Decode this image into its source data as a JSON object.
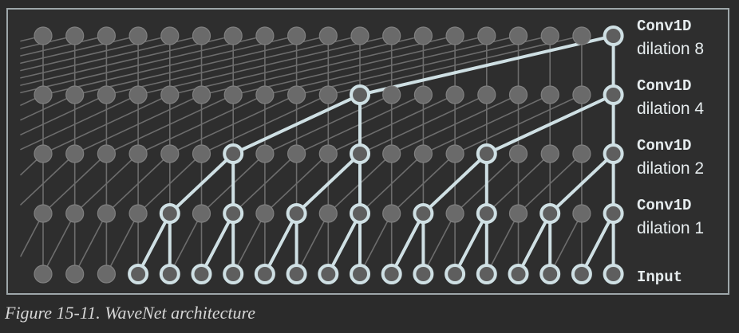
{
  "layers": [
    {
      "title": "Conv1D",
      "subtitle": "dilation 8",
      "dilation": 8
    },
    {
      "title": "Conv1D",
      "subtitle": "dilation 4",
      "dilation": 4
    },
    {
      "title": "Conv1D",
      "subtitle": "dilation 2",
      "dilation": 2
    },
    {
      "title": "Conv1D",
      "subtitle": "dilation 1",
      "dilation": 1
    }
  ],
  "input": {
    "title": "Input"
  },
  "num_columns": 19,
  "caption": "Figure 15-11. WaveNet architecture",
  "colors": {
    "background": "#2e2e2e",
    "border": "#9ea7aa",
    "node_dim": "#6a6a6a",
    "node_dim_stroke": "#808080",
    "node_active_fill": "#5e5e5e",
    "highlight": "#cfe0e4",
    "line_dim": "#6d6d6d"
  }
}
